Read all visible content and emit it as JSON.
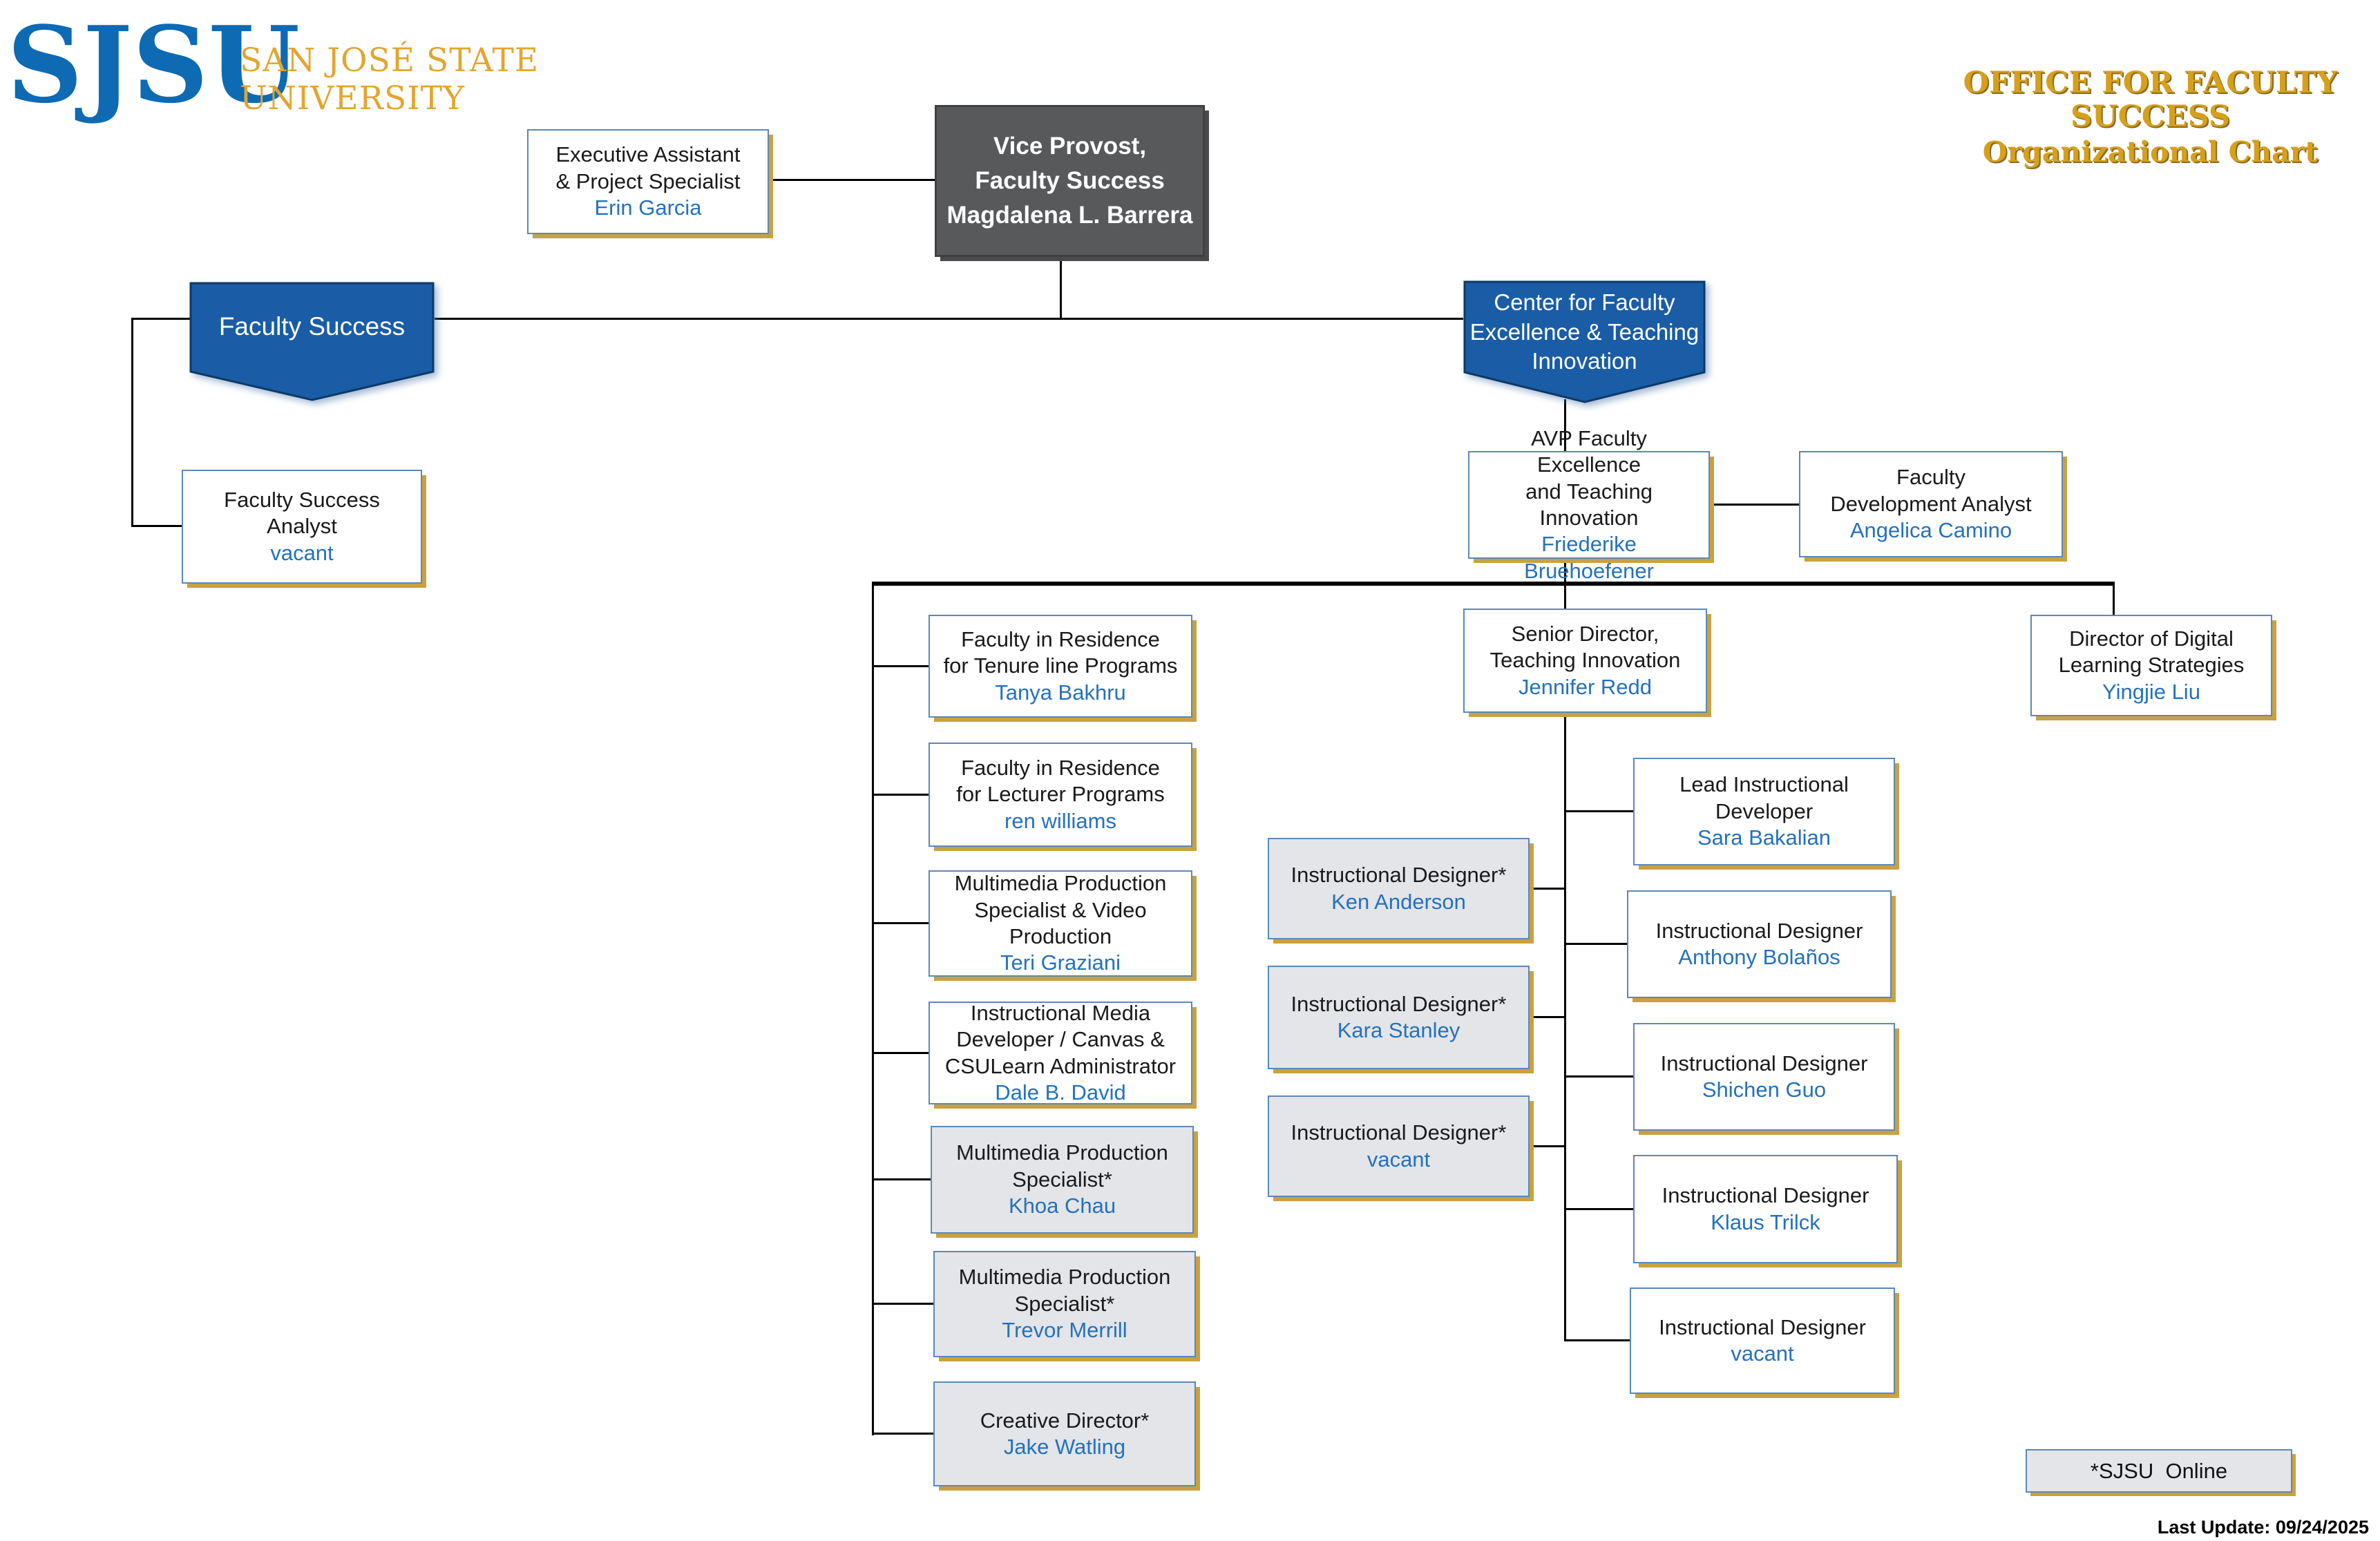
{
  "header": {
    "logo_acronym": "SJSU",
    "logo_name_line1": "SAN JOSÉ STATE",
    "logo_name_line2": "UNIVERSITY",
    "title_line1": "OFFICE FOR FACULTY SUCCESS",
    "title_line2": "Organizational Chart"
  },
  "colors": {
    "pennant_blue": "#1a5da6",
    "pennant_border": "#0d3a66",
    "dark_box_gray": "#58595b",
    "gray_fill": "#e3e5e8",
    "box_border_blue": "#5b88b8",
    "gold_shadow": "#c9a141",
    "name_blue": "#2471be",
    "brand_gold": "#d6a01c",
    "brand_blue": "#0e6ab3"
  },
  "banners": {
    "faculty_success": {
      "l1": "Faculty Success"
    },
    "cfeti": {
      "l1": "Center for Faculty",
      "l2": "Excellence & Teaching",
      "l3": "Innovation"
    }
  },
  "nodes": {
    "exec": {
      "l1": "Executive Assistant",
      "l2": "& Project Specialist",
      "n": "Erin Garcia"
    },
    "vp": {
      "l1": "Vice Provost,",
      "l2": "Faculty Success",
      "l3": "Magdalena L. Barrera"
    },
    "fs_analyst": {
      "l1": "Faculty Success Analyst",
      "n": "vacant"
    },
    "avp": {
      "l1": "AVP Faculty Excellence",
      "l2": "and Teaching Innovation",
      "n": "Friederike Bruehoefener"
    },
    "fda": {
      "l1": "Faculty",
      "l2": "Development Analyst",
      "n": "Angelica Camino"
    },
    "fir_tenure": {
      "l1": "Faculty in Residence",
      "l2": "for Tenure line Programs",
      "n": "Tanya Bakhru"
    },
    "fir_lecturer": {
      "l1": "Faculty in Residence",
      "l2": "for Lecturer Programs",
      "n": "ren williams"
    },
    "mm_video": {
      "l1": "Multimedia Production",
      "l2": "Specialist & Video",
      "l3": "Production",
      "n": "Teri Graziani"
    },
    "imd": {
      "l1": "Instructional Media",
      "l2": "Developer / Canvas &",
      "l3": "CSULearn Administrator",
      "n": "Dale B. David"
    },
    "mm_khoa": {
      "l1": "Multimedia Production",
      "l2": "Specialist*",
      "n": "Khoa Chau"
    },
    "mm_trevor": {
      "l1": "Multimedia Production",
      "l2": "Specialist*",
      "n": "Trevor Merrill"
    },
    "creative": {
      "l1": "Creative Director*",
      "n": "Jake Watling"
    },
    "sr_director": {
      "l1": "Senior Director,",
      "l2": "Teaching Innovation",
      "n": "Jennifer Redd"
    },
    "id_ken": {
      "l1": "Instructional Designer*",
      "n": "Ken Anderson"
    },
    "id_kara": {
      "l1": "Instructional Designer*",
      "n": "Kara Stanley"
    },
    "id_vacant_gray": {
      "l1": "Instructional Designer*",
      "n": "vacant"
    },
    "lead_dev": {
      "l1": "Lead Instructional",
      "l2": "Developer",
      "n": "Sara Bakalian"
    },
    "id_anthony": {
      "l1": "Instructional Designer",
      "n": "Anthony Bolaños"
    },
    "id_shichen": {
      "l1": "Instructional Designer",
      "n": "Shichen Guo"
    },
    "id_klaus": {
      "l1": "Instructional Designer",
      "n": "Klaus Trilck"
    },
    "id_vacant_white": {
      "l1": "Instructional Designer",
      "n": "vacant"
    },
    "dir_digital": {
      "l1": "Director of Digital",
      "l2": "Learning Strategies",
      "n": "Yingjie Liu"
    }
  },
  "legend": {
    "label": "*SJSU  Online"
  },
  "footer": {
    "last_update": "Last Update: 09/24/2025"
  }
}
